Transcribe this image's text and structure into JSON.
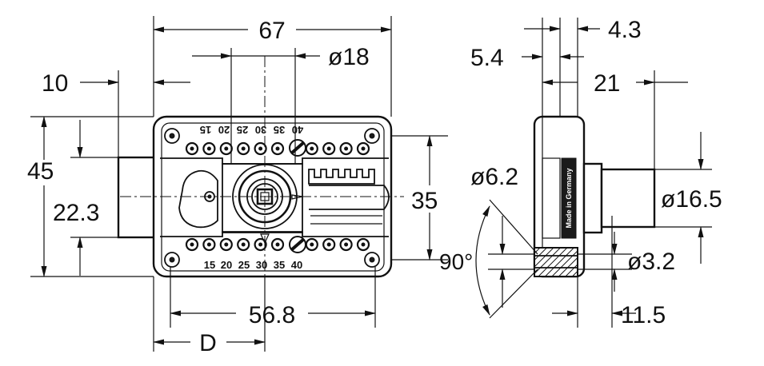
{
  "dimensions": {
    "width_67": "67",
    "dia_18": "ø18",
    "offset_10": "10",
    "height_45": "45",
    "center_22_3": "22.3",
    "height_35": "35",
    "hole_56_8": "56.8",
    "backset_d": "D",
    "thick_4_3": "4.3",
    "flange_5_4": "5.4",
    "depth_21": "21",
    "dia_6_2": "ø6.2",
    "dia_16_5": "ø16.5",
    "dia_3_2": "ø3.2",
    "angle_90": "90°",
    "len_11_5": "11.5"
  },
  "scale_top": [
    "40",
    "35",
    "30",
    "25",
    "20",
    "15"
  ],
  "scale_bottom": [
    "15",
    "20",
    "25",
    "30",
    "35",
    "40"
  ],
  "side_stamp": "Made in Germany"
}
